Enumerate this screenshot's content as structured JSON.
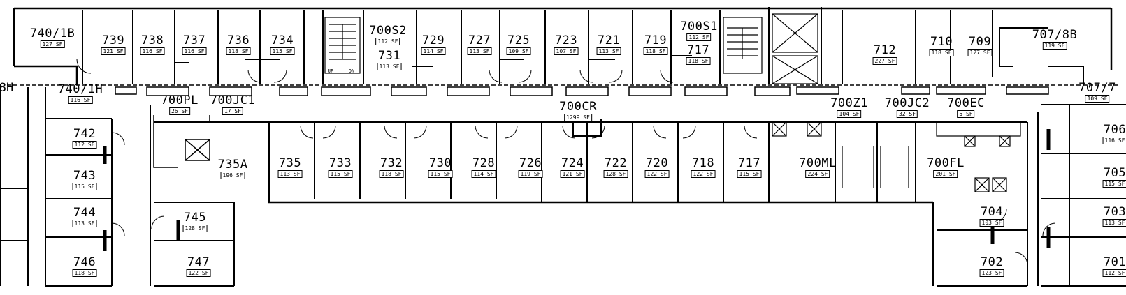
{
  "plan": {
    "rooms": [
      {
        "id": "740/1B",
        "area": "127 SF"
      },
      {
        "id": "739",
        "area": "121 SF"
      },
      {
        "id": "738",
        "area": "116 SF"
      },
      {
        "id": "737",
        "area": "116 SF"
      },
      {
        "id": "736",
        "area": "118 SF"
      },
      {
        "id": "734",
        "area": "115 SF"
      },
      {
        "id": "700S2",
        "area": "112 SF"
      },
      {
        "id": "731",
        "area": "113 SF"
      },
      {
        "id": "729",
        "area": "114 SF"
      },
      {
        "id": "727",
        "area": "113 SF"
      },
      {
        "id": "725",
        "area": "109 SF"
      },
      {
        "id": "723",
        "area": "107 SF"
      },
      {
        "id": "721",
        "area": "113 SF"
      },
      {
        "id": "719",
        "area": "118 SF"
      },
      {
        "id": "700S1",
        "area": "112 SF"
      },
      {
        "id": "717",
        "area": "118 SF"
      },
      {
        "id": "712",
        "area": "227 SF"
      },
      {
        "id": "710",
        "area": "118 SF"
      },
      {
        "id": "709",
        "area": "127 SF"
      },
      {
        "id": "707/8B",
        "area": "119 SF"
      },
      {
        "id": "740/1H",
        "area": "116 SF"
      },
      {
        "id": "707/7",
        "area": "109 SF"
      },
      {
        "id": "700PL",
        "area": "26 SF"
      },
      {
        "id": "700JC1",
        "area": "17 SF"
      },
      {
        "id": "700CR",
        "area": "1299 SF"
      },
      {
        "id": "700Z1",
        "area": "104 SF"
      },
      {
        "id": "700JC2",
        "area": "32 SF"
      },
      {
        "id": "700EC",
        "area": "5 SF"
      },
      {
        "id": "742",
        "area": "112 SF"
      },
      {
        "id": "743",
        "area": "115 SF"
      },
      {
        "id": "744",
        "area": "113 SF"
      },
      {
        "id": "746",
        "area": "118 SF"
      },
      {
        "id": "745",
        "area": "128 SF"
      },
      {
        "id": "747",
        "area": "122 SF"
      },
      {
        "id": "735A",
        "area": "196 SF"
      },
      {
        "id": "735",
        "area": "113 SF"
      },
      {
        "id": "733",
        "area": "115 SF"
      },
      {
        "id": "732",
        "area": "118 SF"
      },
      {
        "id": "730",
        "area": "115 SF"
      },
      {
        "id": "728",
        "area": "114 SF"
      },
      {
        "id": "726",
        "area": "119 SF"
      },
      {
        "id": "724",
        "area": "121 SF"
      },
      {
        "id": "722",
        "area": "128 SF"
      },
      {
        "id": "720",
        "area": "122 SF"
      },
      {
        "id": "718",
        "area": "122 SF"
      },
      {
        "id": "717",
        "area": "115 SF"
      },
      {
        "id": "700ML",
        "area": "224 SF"
      },
      {
        "id": "700FL",
        "area": "201 SF"
      },
      {
        "id": "704",
        "area": "103 SF"
      },
      {
        "id": "702",
        "area": "123 SF"
      },
      {
        "id": "706",
        "area": "116 SF"
      },
      {
        "id": "705",
        "area": "115 SF"
      },
      {
        "id": "703",
        "area": "113 SF"
      },
      {
        "id": "701",
        "area": "112 SF"
      }
    ],
    "fragments": {
      "left_edge": "8H",
      "stair_up": "UP",
      "stair_down": "DN"
    }
  }
}
